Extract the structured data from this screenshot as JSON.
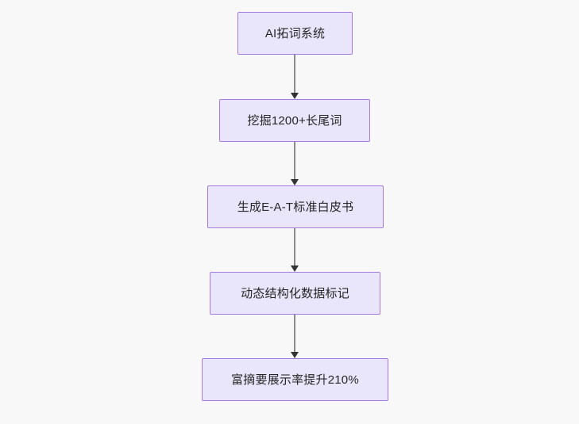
{
  "diagram": {
    "type": "flowchart",
    "direction": "top-to-bottom",
    "background_color": "#f8f8f8",
    "node_fill_color": "#e9e6fb",
    "node_border_color": "#a57ae0",
    "node_text_color": "#262626",
    "connector_color": "#8c8c8c",
    "arrowhead_color": "#333333",
    "nodes": [
      {
        "id": "node-1",
        "label": "AI拓词系统"
      },
      {
        "id": "node-2",
        "label": "挖掘1200+长尾词"
      },
      {
        "id": "node-3",
        "label": "生成E-A-T标准白皮书"
      },
      {
        "id": "node-4",
        "label": "动态结构化数据标记"
      },
      {
        "id": "node-5",
        "label": "富摘要展示率提升210%"
      }
    ],
    "edges": [
      {
        "id": "edge-1",
        "from": "node-1",
        "to": "node-2"
      },
      {
        "id": "edge-2",
        "from": "node-2",
        "to": "node-3"
      },
      {
        "id": "edge-3",
        "from": "node-3",
        "to": "node-4"
      },
      {
        "id": "edge-4",
        "from": "node-4",
        "to": "node-5"
      }
    ]
  }
}
